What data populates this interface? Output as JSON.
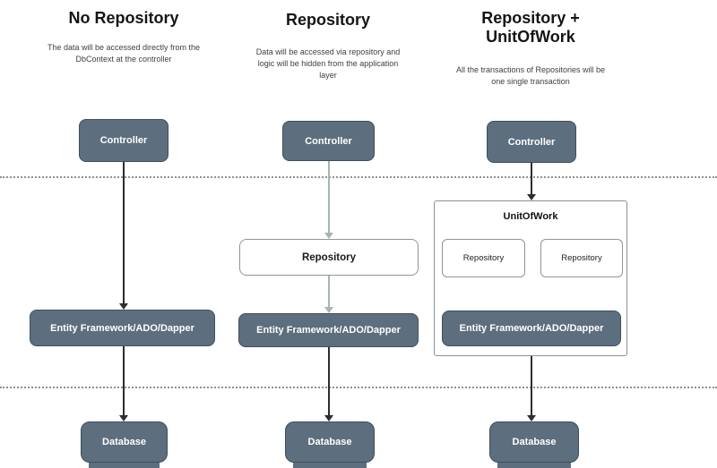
{
  "columns": [
    {
      "title": "No Repository",
      "description": "The data will be accessed directly from the DbContext at the controller",
      "nodes": {
        "controller": "Controller",
        "ef": "Entity Framework/ADO/Dapper",
        "database": "Database"
      }
    },
    {
      "title": "Repository",
      "description": "Data will be accessed via repository and logic will be hidden from the application layer",
      "nodes": {
        "controller": "Controller",
        "repository": "Repository",
        "ef": "Entity Framework/ADO/Dapper",
        "database": "Database"
      }
    },
    {
      "title": "Repository + UnitOfWork",
      "description": "All the transactions of Repositories will be one single transaction",
      "nodes": {
        "controller": "Controller",
        "unit_of_work": "UnitOfWork",
        "repository1": "Repository",
        "repository2": "Repository",
        "ef": "Entity Framework/ADO/Dapper",
        "database": "Database"
      }
    }
  ],
  "colors": {
    "node_fill": "#5d6e7e",
    "node_border": "#3f4f5d",
    "dark_arrow": "#2e2e2e",
    "light_arrow": "#a7b5ad",
    "dotted_line": "#8c9196"
  }
}
